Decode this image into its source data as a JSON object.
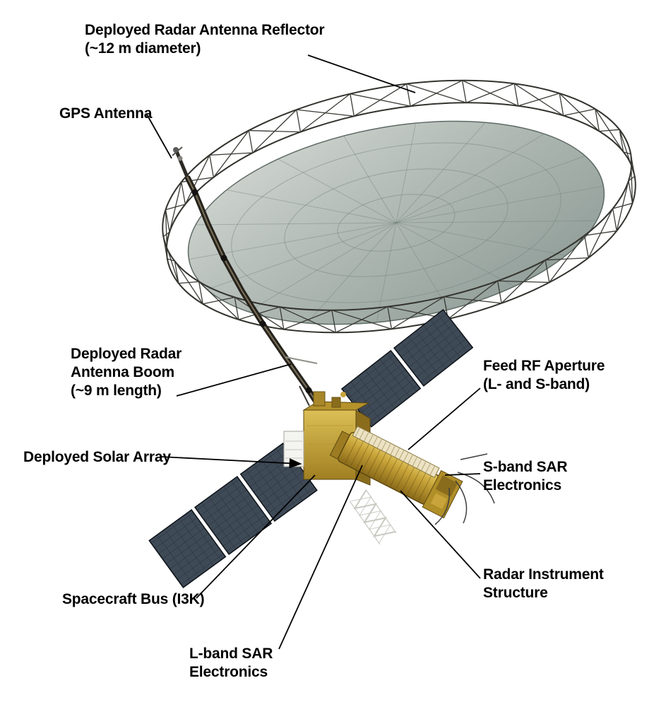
{
  "labels": {
    "reflector": {
      "lines": [
        "Deployed Radar Antenna Reflector",
        "(~12 m diameter)"
      ]
    },
    "gps": {
      "lines": [
        "GPS Antenna"
      ]
    },
    "boom": {
      "lines": [
        "Deployed Radar",
        "Antenna Boom",
        "(~9 m length)"
      ]
    },
    "feed": {
      "lines": [
        "Feed RF Aperture",
        "(L- and S-band)"
      ]
    },
    "solar_array": {
      "lines": [
        "Deployed Solar Array"
      ]
    },
    "sband": {
      "lines": [
        "S-band SAR",
        "Electronics"
      ]
    },
    "bus": {
      "lines": [
        "Spacecraft Bus (I3K)"
      ]
    },
    "structure": {
      "lines": [
        "Radar Instrument",
        "Structure"
      ]
    },
    "lband": {
      "lines": [
        "L-band SAR",
        "Electronics"
      ]
    }
  },
  "colors": {
    "background": "#ffffff",
    "label_text": "#000000",
    "leader_line": "#000000",
    "spacecraft_gold": "#c9a43a",
    "solar_panel": "#3f4a57",
    "reflector_mesh": "#9aa8a2"
  }
}
